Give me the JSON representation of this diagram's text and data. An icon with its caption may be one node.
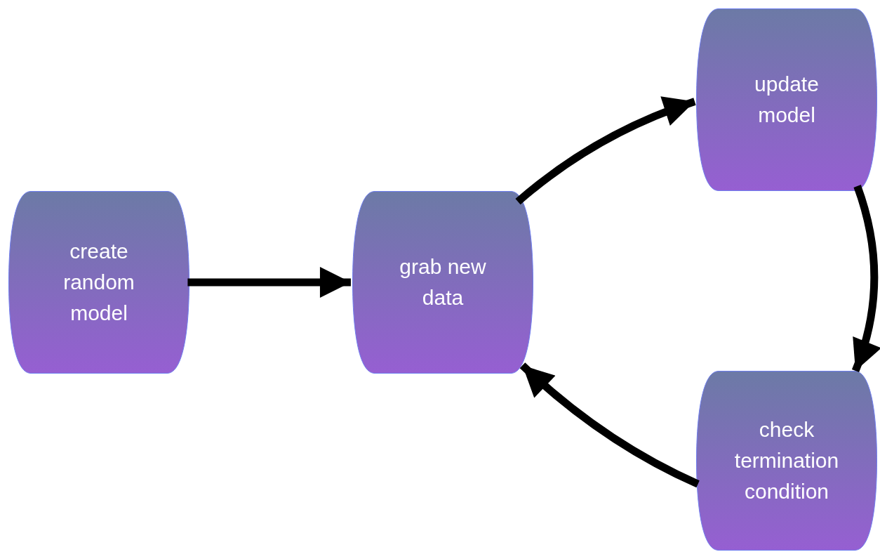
{
  "diagram": {
    "nodes": [
      {
        "text": [
          "create random model"
        ]
      },
      {
        "text": [
          "grab new data"
        ]
      },
      {
        "text": [
          "update model"
        ]
      },
      {
        "text": [
          "check termination condition"
        ]
      }
    ],
    "edges": [
      {
        "from": 0,
        "to": 1,
        "arrow": "to"
      },
      {
        "from": 1,
        "to": 2,
        "arrow": "to"
      },
      {
        "from": 2,
        "to": 3,
        "arrow": "to"
      },
      {
        "from": 3,
        "to": 1,
        "arrow": "to"
      }
    ]
  }
}
